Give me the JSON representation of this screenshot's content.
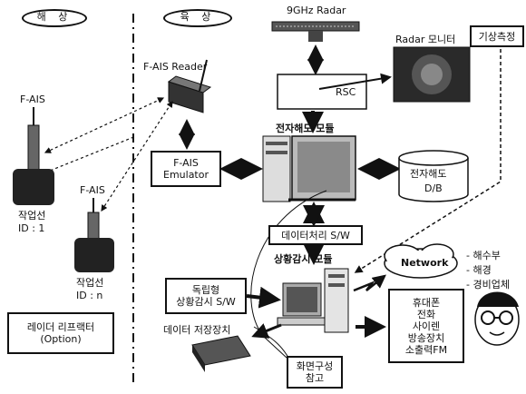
{
  "zones": {
    "sea": "해 상",
    "land": "육 상"
  },
  "fais_left": "F-AIS",
  "fais_mid": "F-AIS",
  "vessel1": {
    "name": "작업선",
    "id": "ID : 1"
  },
  "vessel2": {
    "name": "작업선",
    "id": "ID : n"
  },
  "radar_reflector": {
    "line1": "레이더 리프랙터",
    "line2": "(Option)"
  },
  "fais_reader": "F-AIS Reader",
  "fais_emulator": {
    "line1": "F-AIS",
    "line2": "Emulator"
  },
  "radar": "9GHz Radar",
  "radar_monitor": "Radar 모니터",
  "weather": "기상측정",
  "rsc": "RSC",
  "chart_module": "전자해도 모듈",
  "chart_db": {
    "line1": "전자해도",
    "line2": "D/B"
  },
  "data_sw": "데이터처리 S/W",
  "monitor_module": "상황감시 모듈",
  "standalone_sw": {
    "line1": "독립형",
    "line2": "상황감시 S/W"
  },
  "storage": "데이터 저장장치",
  "screen_config": {
    "line1": "화면구성",
    "line2": "참고"
  },
  "network": "Network",
  "agencies": [
    "- 해수부",
    "- 해경",
    "- 경비업체"
  ],
  "alerts": [
    "휴대폰",
    "전화",
    "사이렌",
    "방송장치",
    "소출력FM"
  ]
}
